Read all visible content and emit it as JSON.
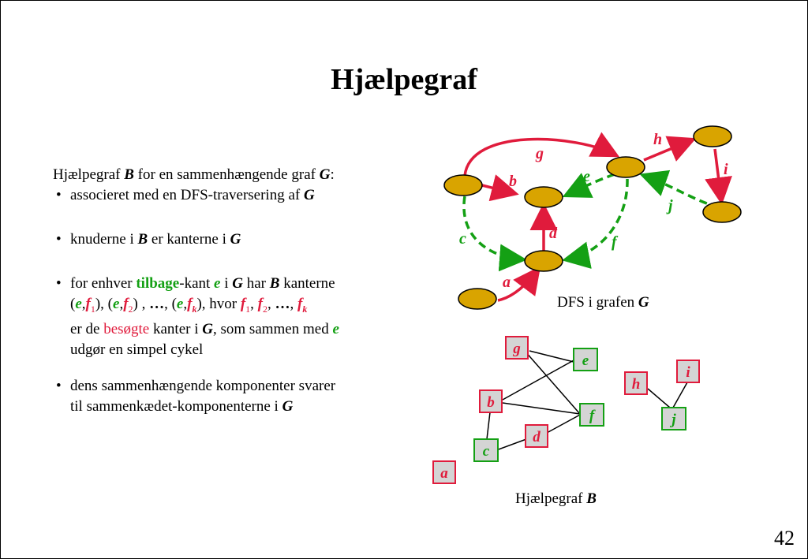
{
  "title": "Hjælpegraf",
  "page_number": "42",
  "intro": {
    "prefix": "Hjælpegraf ",
    "B": "B",
    "middle": " for en sammenhængende graf ",
    "G": "G",
    "suffix": ":"
  },
  "bullets": {
    "b1": {
      "text": "associeret med en DFS-traversering af ",
      "G": "G"
    },
    "b2": {
      "t1": "knuderne i ",
      "B": "B",
      "t2": " er kanterne i ",
      "G": "G"
    },
    "b3": {
      "t1": "for enhver ",
      "back": "tilbage",
      "t2": "-kant ",
      "e": "e",
      "t3": " i ",
      "G": "G",
      "t4": " har ",
      "B": "B",
      "t5": " kanterne",
      "open": "(",
      "f": "f",
      "sub1": "1",
      "sub2": "2",
      "subk": "k",
      "comma": ",",
      "close1": "), (",
      "close2": ") , ",
      "dots": "…",
      "sep": ", (",
      "close3": "), hvor ",
      "lsep": ", ",
      "lsep2": ", ",
      "t6": "er de ",
      "visited": "besøgte",
      "t7": " kanter i ",
      "t8": ", som sammen med ",
      "t9": "udgør en simpel cykel"
    },
    "b4": {
      "line1": "dens sammenhængende komponenter svarer",
      "line2": "til sammenkædet-komponenterne i ",
      "G": "G"
    }
  },
  "dfs_graph": {
    "caption": "DFS i grafen ",
    "caption_G": "G",
    "edge_labels": {
      "a": "a",
      "b": "b",
      "c": "c",
      "d": "d",
      "e": "e",
      "f": "f",
      "g": "g",
      "h": "h",
      "i": "i",
      "j": "j"
    },
    "colors": {
      "node": "#d9a400",
      "tree_edge": "#e01b3c",
      "back_edge": "#14a014"
    }
  },
  "aux_graph": {
    "caption": "Hjælpegraf ",
    "caption_B": "B",
    "nodes": {
      "g": "g",
      "e": "e",
      "b": "b",
      "f": "f",
      "d": "d",
      "c": "c",
      "a": "a",
      "h": "h",
      "i": "i",
      "j": "j"
    },
    "colors": {
      "red_box_fill": "#d4d4d4",
      "red_box_border": "#e01b3c",
      "green_box_fill": "#d4d4d4",
      "green_box_border": "#14a014"
    }
  }
}
